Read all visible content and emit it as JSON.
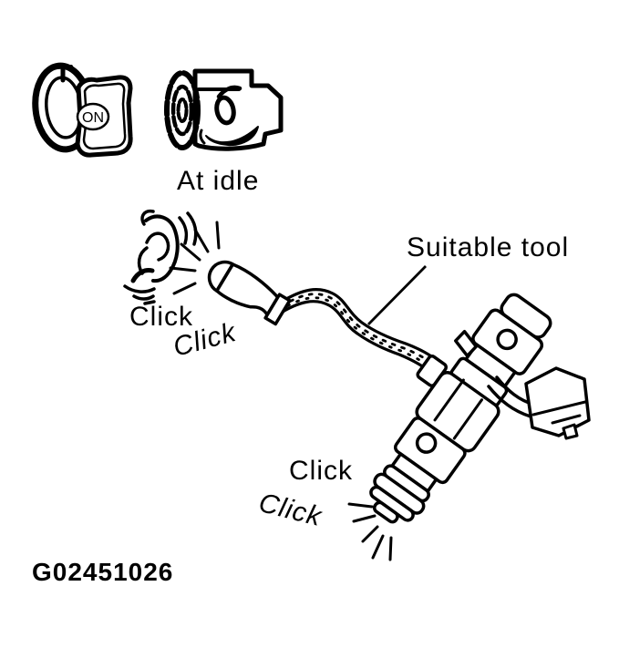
{
  "figure": {
    "ignition_key_label": "ON",
    "engine_label": "At idle",
    "tool_label": "Suitable tool",
    "clicks_upper": [
      "Click",
      "Click"
    ],
    "clicks_lower": [
      "Click",
      "Click"
    ],
    "figure_id": "G02451026",
    "colors": {
      "ink": "#000000",
      "paper": "#ffffff"
    }
  }
}
